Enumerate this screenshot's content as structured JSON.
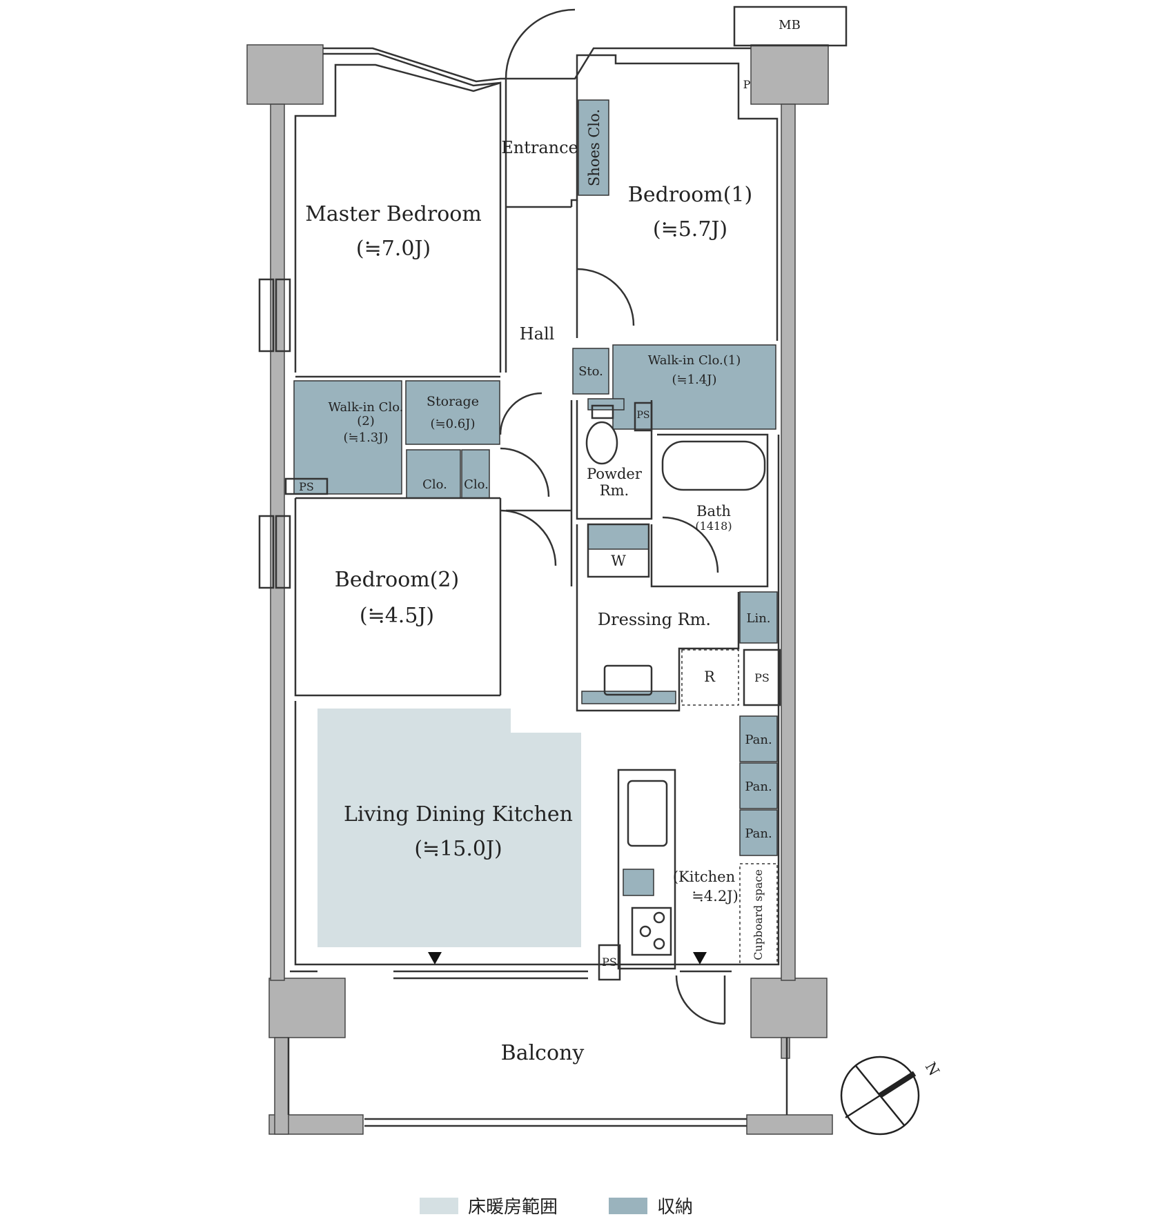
{
  "colors": {
    "wall": "#b3b3b3",
    "wall_stroke": "#444444",
    "storage": "#9ab3bd",
    "floor_heating": "#d5e0e3",
    "line": "#333333"
  },
  "rooms": {
    "master_bedroom": {
      "name": "Master Bedroom",
      "size": "(≒7.0J)"
    },
    "bedroom1": {
      "name": "Bedroom(1)",
      "size": "(≒5.7J)"
    },
    "bedroom2": {
      "name": "Bedroom(2)",
      "size": "(≒4.5J)"
    },
    "ldk": {
      "name": "Living Dining Kitchen",
      "size": "(≒15.0J)"
    },
    "kitchen": {
      "name": "(Kitchen",
      "size": "≒4.2J)"
    },
    "entrance": "Entrance",
    "hall": "Hall",
    "powder": {
      "line1": "Powder",
      "line2": "Rm."
    },
    "bath": {
      "name": "Bath",
      "size": "(1418)"
    },
    "dressing": "Dressing Rm.",
    "balcony": "Balcony"
  },
  "storage": {
    "shoes": "Shoes Clo.",
    "walkin1": {
      "name": "Walk-in Clo.(1)",
      "size": "(≒1.4J)"
    },
    "walkin2": {
      "name": "Walk-in Clo.",
      "num": "(2)",
      "size": "(≒1.3J)"
    },
    "storage": {
      "name": "Storage",
      "size": "(≒0.6J)"
    },
    "sto": "Sto.",
    "clo": "Clo.",
    "lin": "Lin.",
    "pan": "Pan.",
    "w": "W",
    "r": "R",
    "cupboard": "Cupboard space"
  },
  "markers": {
    "mb": "MB",
    "ps": "PS",
    "p": "P"
  },
  "compass": {
    "north": "N"
  },
  "legend": {
    "floor_heating": "床暖房範囲",
    "storage": "収納"
  }
}
